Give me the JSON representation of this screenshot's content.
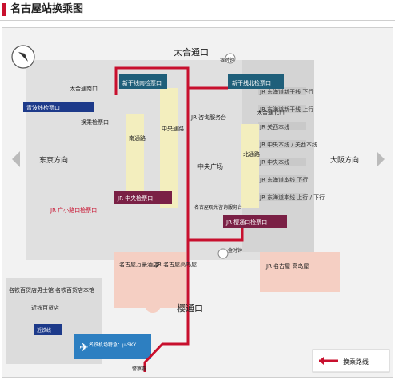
{
  "header": {
    "title": "名古屋站换乘图"
  },
  "colors": {
    "transfer_route": "#c8102e",
    "shinkansen_gate": "#1f5f7a",
    "jr_gate": "#7a2045",
    "aonami_gate": "#1d3a8a",
    "meitetsu": "#2d7fc1",
    "kintetsu": "#1d3a8a",
    "path_yellow": "#f3eebe",
    "building": "#dcdcdc",
    "shop": "#f5cfc3"
  },
  "map": {
    "exits": {
      "taiko": "太合通口",
      "sakura": "樱通口"
    },
    "gates": {
      "shinkansen_south": "新干线南检票口",
      "shinkansen_north": "新干线北检票口",
      "aonami": "青波线检票口",
      "transfer": "换乘检票口",
      "jr_central": "JR 中央检票口",
      "jr_hirokoji": "JR 广小路口检票口",
      "jr_sakura": "JR 樱通口检票口"
    },
    "clocks": {
      "silver": "银时钟",
      "gold": "金时钟"
    },
    "areas": {
      "taiko_south": "太合通南口",
      "taiko_north": "太合通北口",
      "jr_info": "JR 咨询服务台",
      "central_plaza": "中央广场",
      "south_corridor": "南通路",
      "central_corridor": "中央通路",
      "north_corridor": "北通路",
      "tourist_info": "名古屋观光咨询服务台"
    },
    "directions": {
      "tokyo": "东京方向",
      "osaka": "大阪方向"
    },
    "platforms": [
      "JR 东海道新干线 下行",
      "JR 东海道新干线 上行",
      "JR 关西本线",
      "JR 中央本线 / 关西本线",
      "JR 中央本线",
      "JR 东海道本线 下行",
      "JR 东海道本线 上行 / 下行"
    ],
    "buildings": {
      "meiji_hotel": "名古屋万豪酒店",
      "jr_takashimaya": "JR 名古屋高岛屋",
      "jr_takashimaya_right": "JR 名古屋 高岛屋",
      "meitetsu_men": "名铁百货店男士馆",
      "meitetsu_main": "名铁百货店本馆",
      "kintetsu_dept": "近铁百货店",
      "kintetsu_line": "近铁线",
      "meitetsu_airport": "名铁机场特急：μ-SKY",
      "police": "警察署"
    },
    "legend": {
      "label": "换乘路线"
    }
  }
}
